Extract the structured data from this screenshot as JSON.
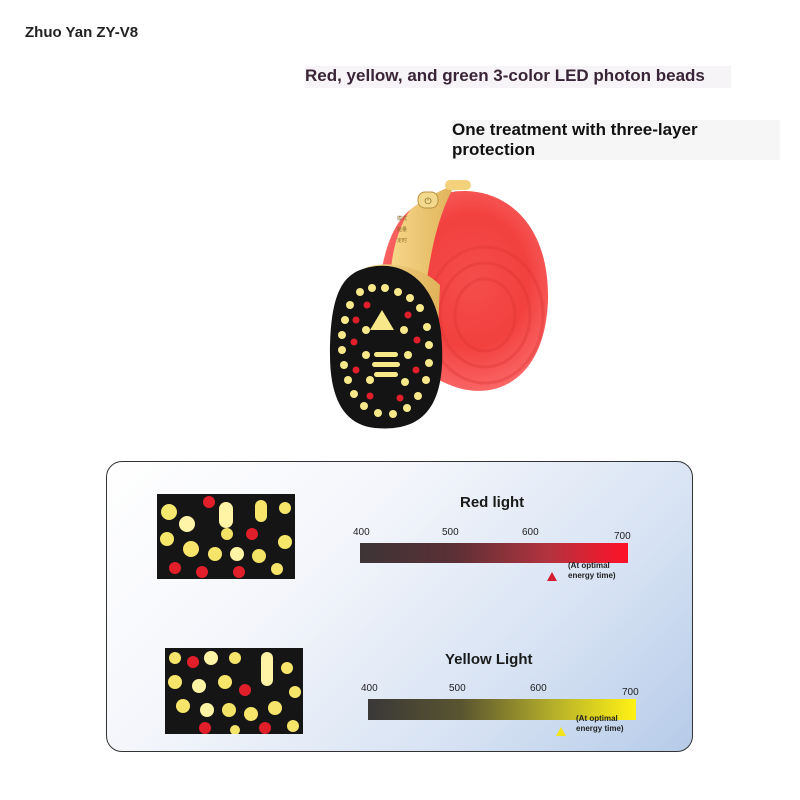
{
  "brand": "Zhuo Yan ZY-V8",
  "headline_beads": "Red, yellow, and green 3-color LED photon beads",
  "headline_protection": "One treatment with three-layer protection",
  "device": {
    "button_labels": [
      "模式",
      "能量",
      "定时"
    ]
  },
  "spectrum": {
    "red": {
      "title": "Red light",
      "ticks": [
        "400",
        "500",
        "600",
        "700"
      ],
      "note": "(At optimal energy time)",
      "color": "#d41b2f"
    },
    "yellow": {
      "title": "Yellow Light",
      "ticks": [
        "400",
        "500",
        "600",
        "700"
      ],
      "note": "(At optimal energy time)",
      "color": "#f3e51c"
    }
  }
}
